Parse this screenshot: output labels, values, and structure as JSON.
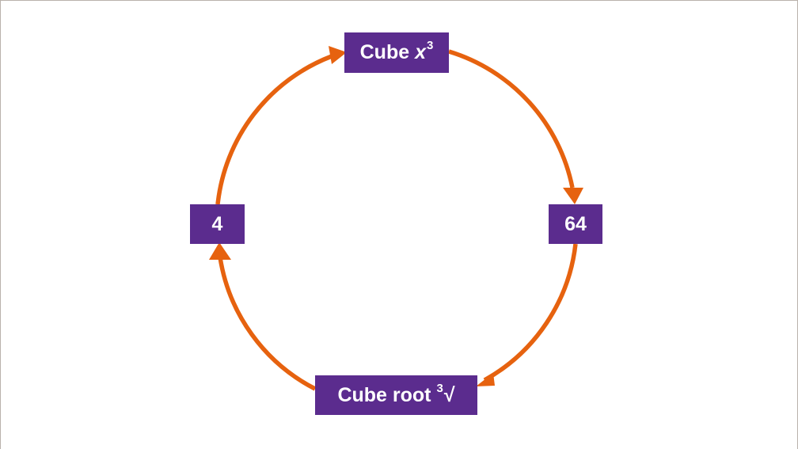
{
  "colors": {
    "box_fill": "#5b2c8e",
    "arrow": "#e6620f",
    "box_text": "#ffffff",
    "background": "#ffffff"
  },
  "nodes": {
    "top": {
      "label": "Cube",
      "variable": "x",
      "superscript": "3"
    },
    "right": {
      "label": "64"
    },
    "bottom": {
      "label": "Cube root",
      "root_index": "3",
      "radical": "√"
    },
    "left": {
      "label": "4"
    }
  }
}
